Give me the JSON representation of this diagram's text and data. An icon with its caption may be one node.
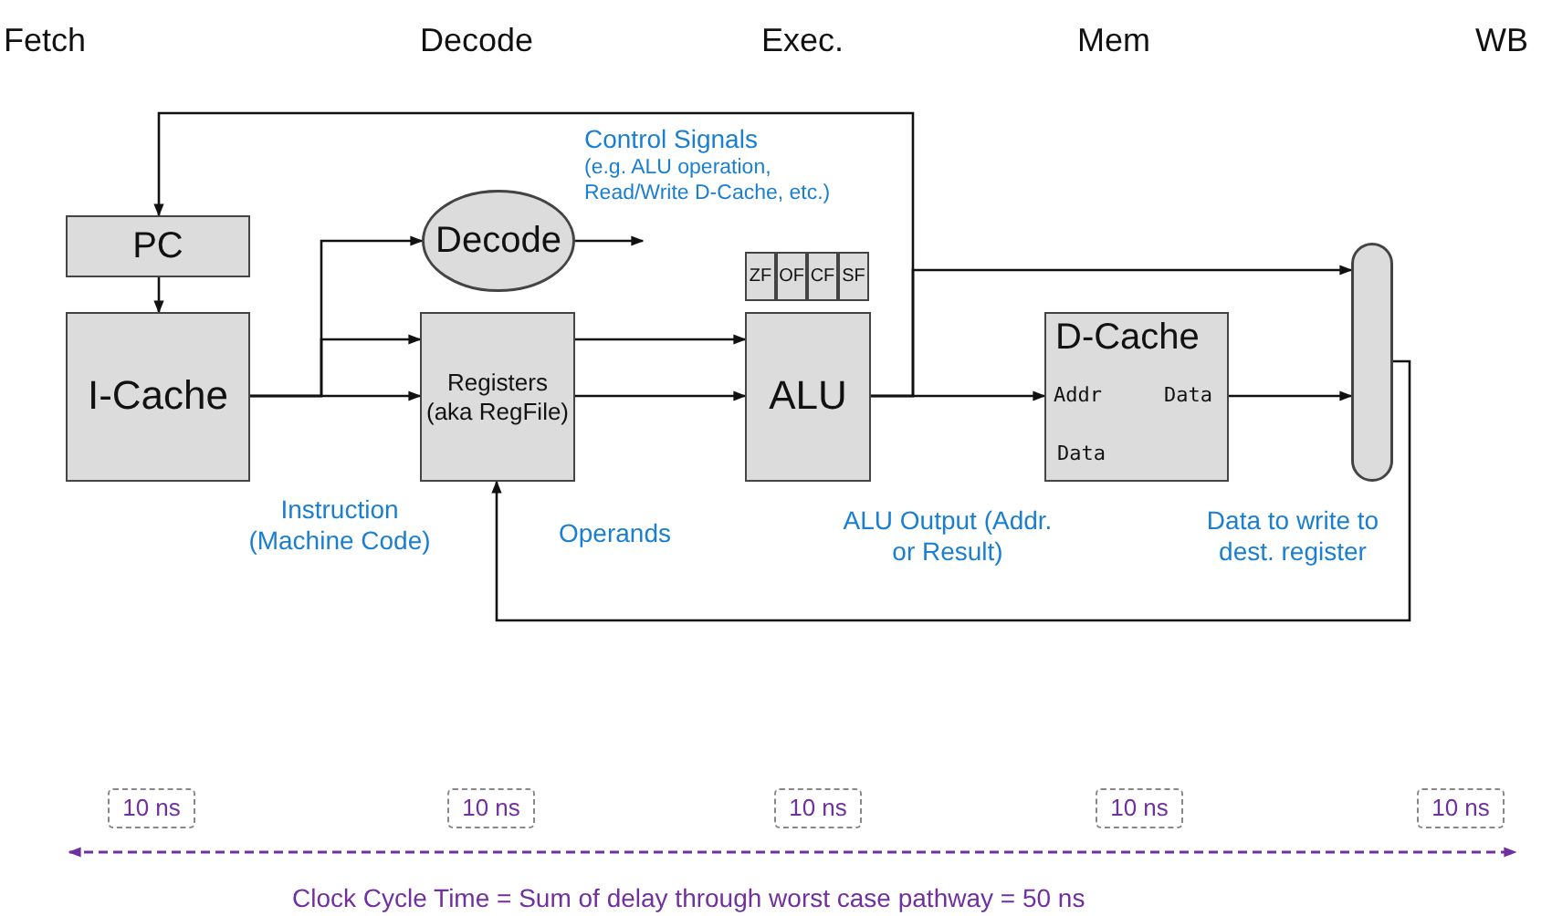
{
  "diagram": {
    "nodes": [
      {
        "text": [
          "PC"
        ]
      },
      {
        "text": [
          "I-Cache"
        ]
      },
      {
        "text": [
          "Decode"
        ]
      },
      {
        "text": [
          "Registers (aka RegFile)"
        ]
      },
      {
        "text": [
          "ZF"
        ]
      },
      {
        "text": [
          "OF"
        ]
      },
      {
        "text": [
          "CF"
        ]
      },
      {
        "text": [
          "SF"
        ]
      },
      {
        "text": [
          "ALU"
        ]
      },
      {
        "text": [
          "D-Cache",
          "Addr",
          "Data",
          "Data"
        ]
      },
      {
        "text": [],
        "shape": "bar"
      },
      {
        "text": [
          "10 ns"
        ]
      },
      {
        "text": [
          "10 ns"
        ]
      },
      {
        "text": [
          "10 ns"
        ]
      },
      {
        "text": [
          "10 ns"
        ]
      },
      {
        "text": [
          "10 ns"
        ]
      }
    ],
    "edges": [
      {
        "from": 0,
        "to": 1,
        "arrow": "to"
      },
      {
        "from": 1,
        "to": 2,
        "arrow": "to"
      },
      {
        "from": 1,
        "to": 3,
        "arrow": "to"
      },
      {
        "from": 1,
        "to": 3,
        "arrow": "to"
      },
      {
        "from": 2,
        "to": null,
        "arrow": "to"
      },
      {
        "from": 3,
        "to": 8,
        "arrow": "to"
      },
      {
        "from": 3,
        "to": 8,
        "arrow": "to"
      },
      {
        "from": 8,
        "to": 9,
        "arrow": "to"
      },
      {
        "from": 8,
        "to": 10,
        "arrow": "to"
      },
      {
        "from": 8,
        "to": 0,
        "arrow": "to"
      },
      {
        "from": 9,
        "to": 10,
        "arrow": "to"
      },
      {
        "from": 10,
        "to": 3,
        "arrow": "to"
      }
    ],
    "labels": [
      "Fetch",
      "Decode",
      "Exec.",
      "Mem",
      "WB",
      "Control Signals",
      "(e.g. ALU operation, Read/Write D-Cache, etc.)",
      "Instruction (Machine Code)",
      "Operands",
      "ALU Output (Addr. or Result)",
      "Data to write to dest. register",
      "Clock Cycle Time = Sum of delay through worst case pathway = 50 ns"
    ]
  }
}
